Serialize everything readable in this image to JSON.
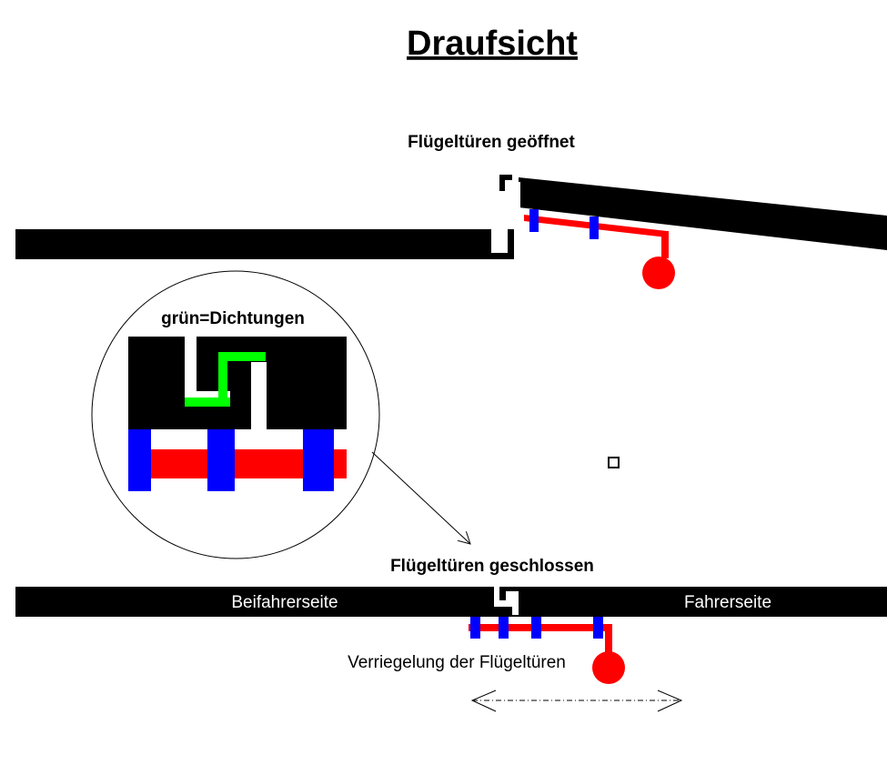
{
  "title": "Draufsicht",
  "labels": {
    "open": "Flügeltüren geöffnet",
    "closed": "Flügeltüren geschlossen",
    "legend": "grün=Dichtungen",
    "passenger_side": "Beifahrerseite",
    "driver_side": "Fahrerseite",
    "locking": "Verriegelung der Flügeltüren"
  },
  "colors": {
    "door": "#000000",
    "rod": "#ff0000",
    "guide": "#0000ff",
    "seal": "#00ff00",
    "background": "#ffffff"
  }
}
